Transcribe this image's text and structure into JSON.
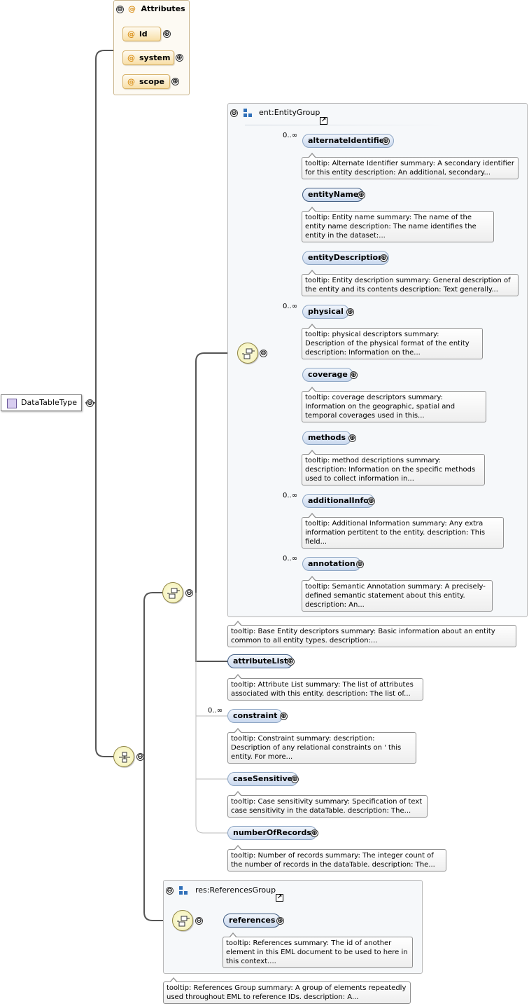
{
  "root": {
    "label": "DataTableType"
  },
  "attributes_group": {
    "title": "Attributes",
    "items": [
      "id",
      "system",
      "scope"
    ]
  },
  "entity_group": {
    "title": "ent:EntityGroup",
    "elements": [
      {
        "name": "alternateIdentifier",
        "card": "0..∞",
        "tooltip": "tooltip: Alternate Identifier summary: A secondary identifier for this entity description: An additional, secondary..."
      },
      {
        "name": "entityName",
        "card": "",
        "tooltip": "tooltip: Entity name summary: The name of the entity name description: The name identifies the entity in the dataset:..."
      },
      {
        "name": "entityDescription",
        "card": "",
        "tooltip": "tooltip: Entity description summary: General description of the entity and its contents description: Text generally..."
      },
      {
        "name": "physical",
        "card": "0..∞",
        "tooltip": "tooltip: physical descriptors summary: Description of the physical format of the entity description: Information on the..."
      },
      {
        "name": "coverage",
        "card": "",
        "tooltip": "tooltip: coverage descriptors summary: Information on the geographic, spatial and temporal coverages used in this..."
      },
      {
        "name": "methods",
        "card": "",
        "tooltip": "tooltip: method descriptions summary: description: Information on the specific methods used to collect information in..."
      },
      {
        "name": "additionalInfo",
        "card": "0..∞",
        "tooltip": "tooltip: Additional Information summary: Any extra information pertitent to the entity. description: This field..."
      },
      {
        "name": "annotation",
        "card": "0..∞",
        "tooltip": "tooltip: Semantic Annotation summary: A precisely-defined semantic statement about this entity. description: An..."
      }
    ],
    "tooltip": "tooltip: Base Entity descriptors summary: Basic information about an entity common to all entity types. description:..."
  },
  "table_elements": [
    {
      "name": "attributeList",
      "card": "",
      "tooltip": "tooltip: Attribute List summary: The list of attributes associated with this entity. description: The list of..."
    },
    {
      "name": "constraint",
      "card": "0..∞",
      "tooltip": "tooltip: Constraint summary: description: Description of any relational constraints on ' this entity. For more..."
    },
    {
      "name": "caseSensitive",
      "card": "",
      "tooltip": "tooltip: Case sensitivity summary: Specification of text case sensitivity in the dataTable. description: The..."
    },
    {
      "name": "numberOfRecords",
      "card": "",
      "tooltip": "tooltip: Number of records summary: The integer count of the number of records in the dataTable. description: The..."
    }
  ],
  "references_group": {
    "title": "res:ReferencesGroup",
    "element": {
      "name": "references",
      "tooltip": "tooltip: References summary: The id of another element in this EML document to be used to here in this context...."
    },
    "tooltip": "tooltip: References Group summary: A group of elements repeatedly used throughout EML to reference IDs. description: A..."
  },
  "symbols": {
    "expanded": "⊖",
    "collapsed": "⊕",
    "at": "@",
    "ext_link_icon": "arrow-out-icon"
  },
  "colors": {
    "element_fill": "#c9d8ee",
    "attribute_fill": "#f8dfa6",
    "compositor_fill": "#f2eeb0",
    "group_icon": "#2f6fb8"
  }
}
